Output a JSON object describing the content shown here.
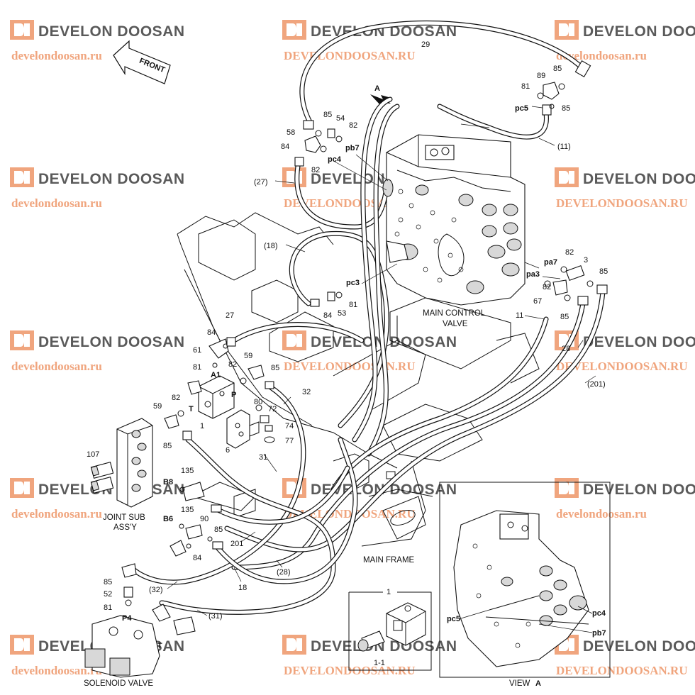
{
  "watermark": {
    "brand": "DEVELON DOOSAN",
    "url_lower": "develondoosan.ru",
    "url_upper": "DEVELONDOOSAN.RU",
    "logo_color": "#f0a57e",
    "text_color": "#5a5a5a"
  },
  "direction": {
    "front": "FRONT",
    "view_arrow": "A"
  },
  "captions": {
    "main_control_valve_1": "MAIN CONTROL",
    "main_control_valve_2": "VALVE",
    "joint_sub_1": "JOINT SUB",
    "joint_sub_2": "ASS'Y",
    "main_frame": "MAIN FRAME",
    "solenoid_valve": "SOLENOID VALVE",
    "view_prefix": "VIEW",
    "view_letter": "A",
    "detail_top": "1",
    "detail_bottom": "1-1"
  },
  "ports": {
    "pb7": "pb7",
    "pc4": "pc4",
    "pc5": "pc5",
    "pc3": "pc3",
    "pa7": "pa7",
    "pa3": "pa3",
    "A1": "A1",
    "P": "P",
    "T": "T",
    "B8": "B8",
    "B6": "B6",
    "P4": "P4",
    "T2": "T",
    "view_pc5": "pc5",
    "view_pc4": "pc4",
    "view_pb7": "pb7"
  },
  "part_numbers": {
    "n29": "29",
    "n11p": "(11)",
    "n27p": "(27)",
    "n18p": "(18)",
    "n81a": "81",
    "n89": "89",
    "n85a": "85",
    "n85b": "85",
    "n85c": "85",
    "n54": "54",
    "n82a": "82",
    "n58": "58",
    "n84a": "84",
    "n82b": "82",
    "n84b": "84",
    "n53": "53",
    "n81b": "81",
    "n82c": "82",
    "n3": "3",
    "n85d": "85",
    "n82d": "82",
    "n67": "67",
    "n85e": "85",
    "n11": "11",
    "n28": "28",
    "n201p": "(201)",
    "n27": "27",
    "n84c": "84",
    "n61": "61",
    "n81c": "81",
    "n59a": "59",
    "n82e": "82",
    "n85f": "85",
    "n32": "32",
    "n82f": "82",
    "n80": "80",
    "n72": "72",
    "n59b": "59",
    "n1": "1",
    "n74": "74",
    "n77": "77",
    "n85g": "85",
    "n6": "6",
    "n31": "31",
    "n107": "107",
    "n135a": "135",
    "n135b": "135",
    "n90": "90",
    "n85h": "85",
    "n84d": "84",
    "n201": "201",
    "n28p": "(28)",
    "n18": "18",
    "n85i": "85",
    "n32p": "(32)",
    "n52": "52",
    "n81d": "81",
    "n31p": "(31)"
  }
}
